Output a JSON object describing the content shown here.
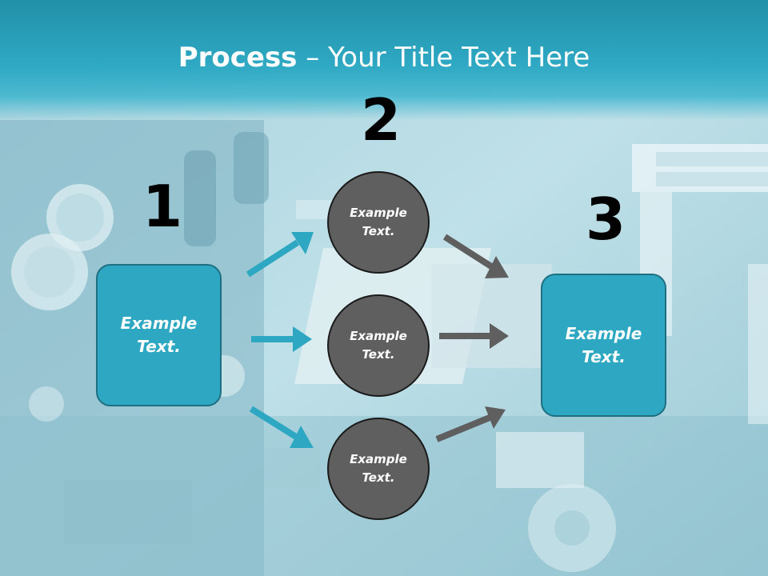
{
  "title": {
    "bold": "Process",
    "rest": " – Your Title Text Here"
  },
  "steps": {
    "one": {
      "number": "1",
      "label": "Example\nText."
    },
    "two": {
      "number": "2"
    },
    "three": {
      "number": "3",
      "label": "Example\nText."
    }
  },
  "circles": [
    {
      "label": "Example\nText."
    },
    {
      "label": "Example\nText."
    },
    {
      "label": "Example\nText."
    }
  ],
  "colors": {
    "accent": "#2ea8c2",
    "circle_fill": "#5f5f5f",
    "arrow_in": "#2ea8c2",
    "arrow_out": "#5f5f5f",
    "title_bar": "#2190a8"
  }
}
